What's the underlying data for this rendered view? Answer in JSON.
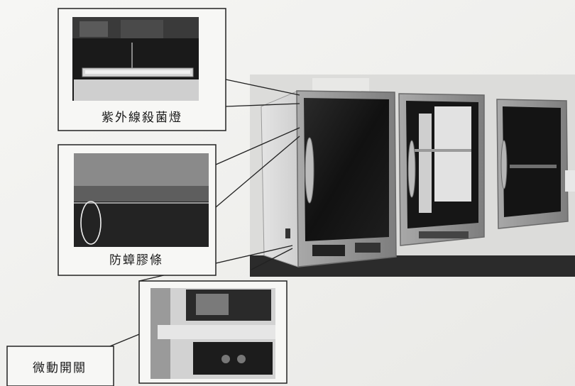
{
  "callouts": {
    "uv_lamp": {
      "label": "紫外線殺菌燈"
    },
    "gasket": {
      "label": "防蟑膠條"
    },
    "micro_switch": {
      "label": "微動開關"
    }
  },
  "colors": {
    "background": "#f4f4f2",
    "cabinet_frame": "#8f8f8f",
    "cabinet_glass": "#151515",
    "leader_line": "#222222"
  }
}
